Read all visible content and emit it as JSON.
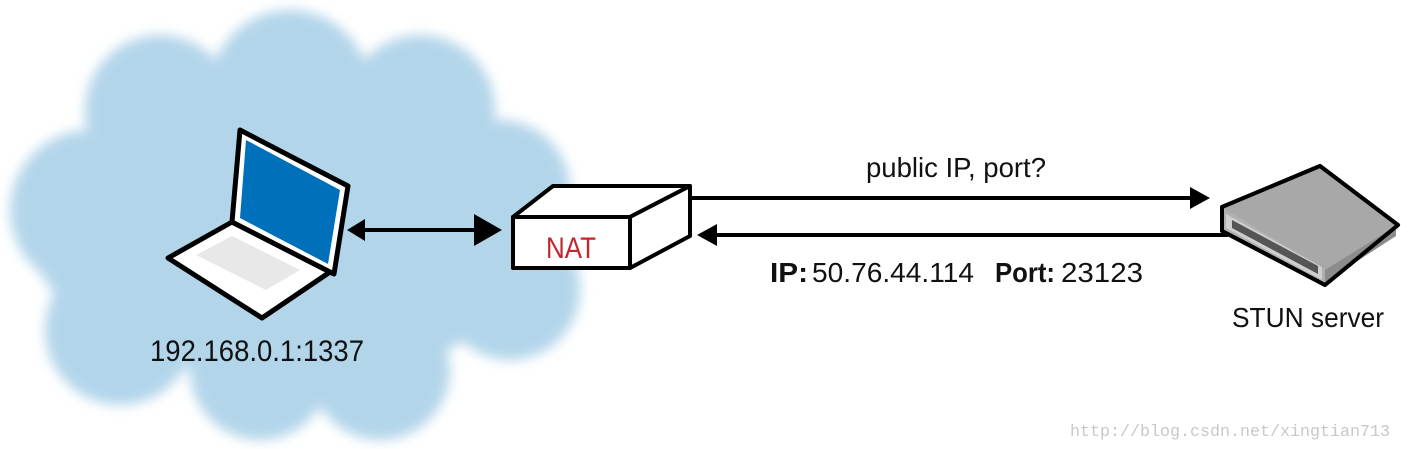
{
  "diagram": {
    "client_address": "192.168.0.1:1337",
    "nat_label": "NAT",
    "request_label": "public IP, port?",
    "response": {
      "ip_key": "IP:",
      "ip_value": "50.76.44.114",
      "port_key": "Port:",
      "port_value": "23123"
    },
    "server_label": "STUN server",
    "watermark": "http://blog.csdn.net/xingtian713"
  },
  "colors": {
    "cloud": "#b3d5ea",
    "screen": "#0070bb",
    "nat_text": "#c4262e",
    "server": "#a8a8a8"
  }
}
